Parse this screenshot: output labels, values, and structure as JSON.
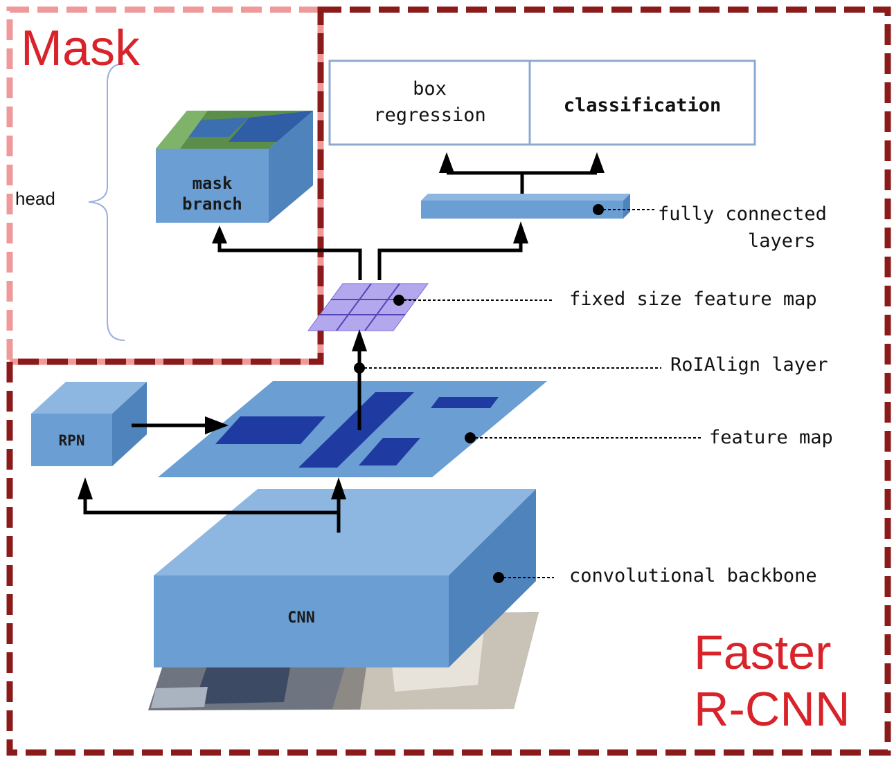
{
  "regions": {
    "mask_label": "Mask",
    "faster_line1": "Faster",
    "faster_line2": "R-CNN"
  },
  "head_label": "head",
  "blocks": {
    "mask_branch": "mask\nbranch",
    "rpn": "RPN",
    "cnn": "CNN"
  },
  "output_table": {
    "box_regression": "box\nregression",
    "classification": "classification"
  },
  "annotations": {
    "fully_connected": "fully connected\n        layers",
    "fixed_size_feature_map": "fixed size feature map",
    "roialign_layer": "RoIAlign layer",
    "feature_map": "feature map",
    "convolutional_backbone": "convolutional backbone"
  },
  "colors": {
    "mask_border": "#ef9a9a",
    "faster_border": "#8b1a1a",
    "region_label": "#d8232a",
    "block_front": "#6b9fd4",
    "block_top": "#8db6e0",
    "block_side": "#4f83bb",
    "roi_dark": "#1f3aa0",
    "grid_purple": "#9b8ce0",
    "table_border": "#8ea9cf"
  }
}
